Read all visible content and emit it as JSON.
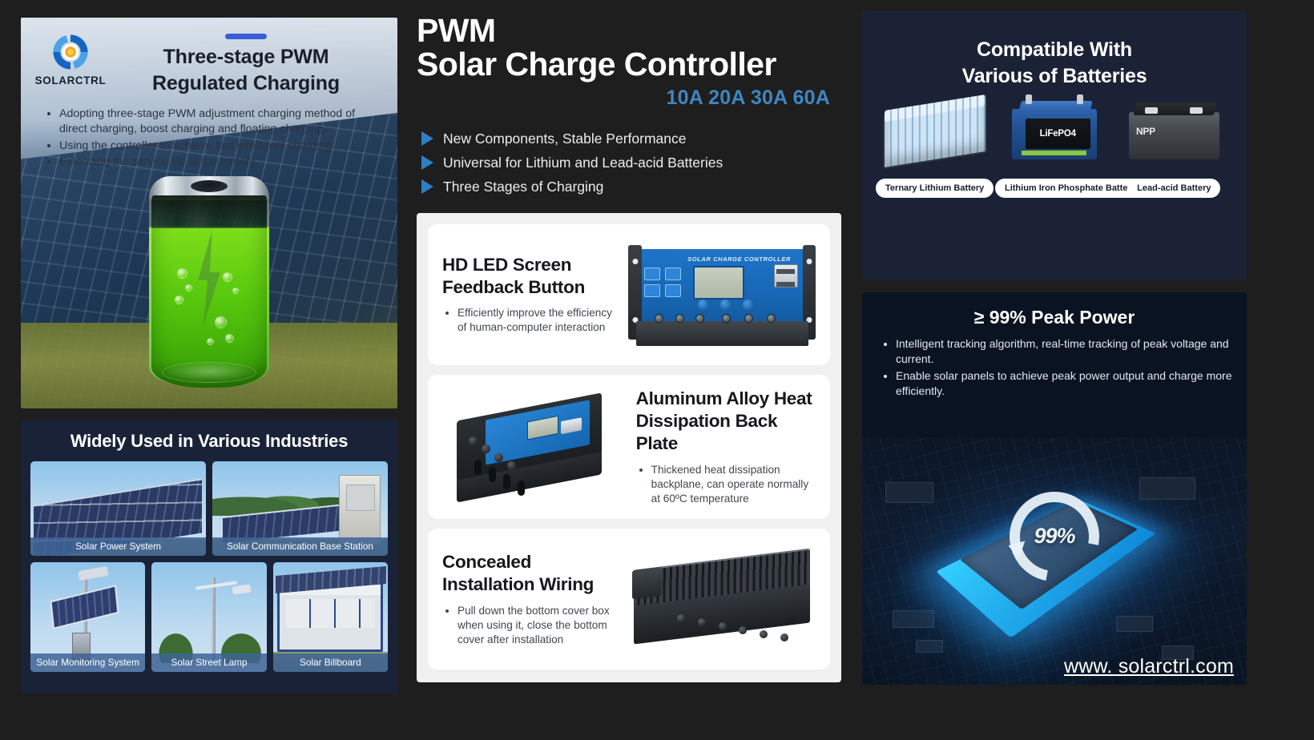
{
  "left": {
    "charging_card": {
      "logo_text": "SOLARCTRL",
      "title_line1": "Three-stage PWM",
      "title_line2": "Regulated Charging",
      "bullets": [
        "Adopting three-stage PWM adjustment charging method of direct charging, boost charging and floating charging.",
        "Using the controller to achieve fast intelligent charging.",
        "Extending the service life of the battery."
      ]
    },
    "industries": {
      "title": "Widely Used in Various Industries",
      "items_row1": [
        {
          "caption": "Solar Power System"
        },
        {
          "caption": "Solar Communication Base Station"
        }
      ],
      "items_row2": [
        {
          "caption": "Solar Monitoring System"
        },
        {
          "caption": "Solar Street Lamp"
        },
        {
          "caption": "Solar Billboard"
        }
      ]
    }
  },
  "center": {
    "hero": {
      "line1": "PWM",
      "line2": "Solar Charge Controller",
      "models": "10A 20A 30A 60A",
      "bullets": [
        "New Components, Stable Performance",
        "Universal for Lithium and Lead-acid Batteries",
        "Three Stages of Charging"
      ]
    },
    "features": [
      {
        "title_line1": "HD LED Screen",
        "title_line2": "Feedback Button",
        "bullets": [
          "Efficiently improve the efficiency of human-computer interaction"
        ],
        "device_label": "SOLAR CHARGE CONTROLLER"
      },
      {
        "title_line1": "Aluminum Alloy Heat",
        "title_line2": "Dissipation Back Plate",
        "bullets": [
          "Thickened heat dissipation backplane, can operate normally at 60ºC temperature"
        ]
      },
      {
        "title_line1": "Concealed",
        "title_line2": "Installation Wiring",
        "bullets": [
          "Pull down the bottom cover box when using it, close the bottom cover after installation"
        ]
      }
    ]
  },
  "right": {
    "batteries": {
      "title_line1": "Compatible With",
      "title_line2": "Various of Batteries",
      "items": [
        {
          "label": "Ternary Lithium Battery"
        },
        {
          "label": "Lithium Iron Phosphate Battery",
          "brand": "LiFePO4"
        },
        {
          "label": "Lead-acid Battery",
          "brand": "NPP"
        }
      ]
    },
    "peak_power": {
      "title": "≥ 99% Peak Power",
      "bullets": [
        "Intelligent tracking algorithm, real-time tracking of peak voltage and current.",
        "Enable solar panels to achieve peak power output and charge more efficiently."
      ],
      "chip_badge": "99%"
    },
    "website": "www. solarctrl.com"
  },
  "colors": {
    "accent_blue": "#3a5cd8",
    "triangle_blue": "#2f7fc4",
    "model_blue": "#3f86c2",
    "panel_navy": "#1c2236",
    "page_bg": "#1e1e1e"
  }
}
